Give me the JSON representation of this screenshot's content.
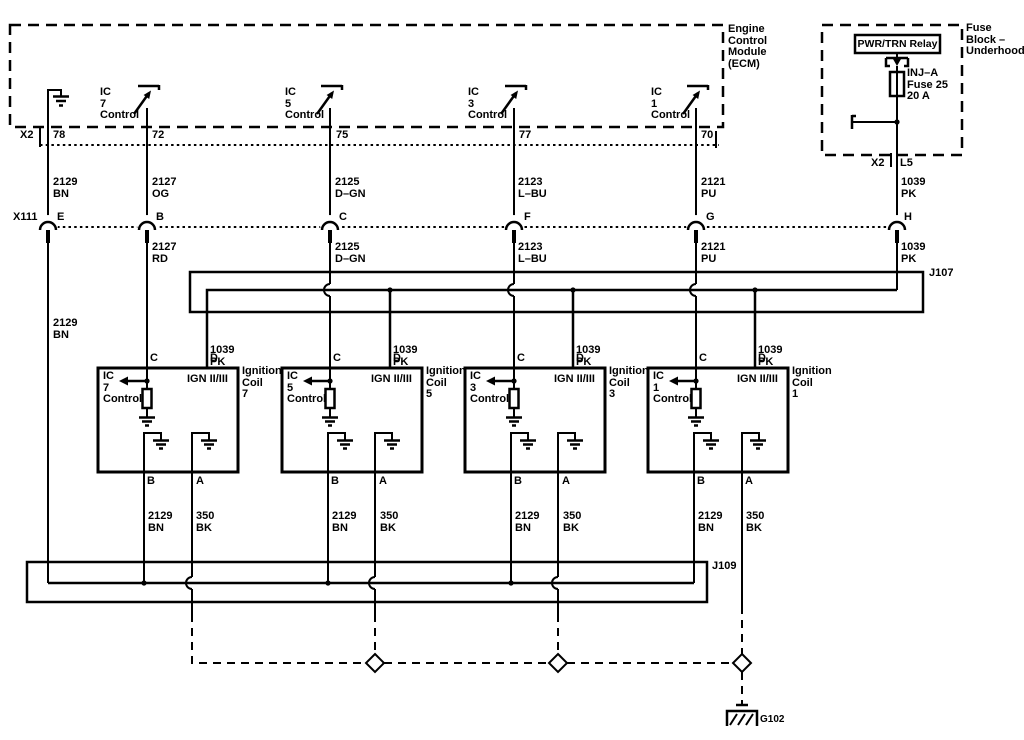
{
  "diagram": {
    "ecm": {
      "title": "Engine\nControl\nModule\n(ECM)",
      "drivers": [
        {
          "label": "IC\n7\nControl"
        },
        {
          "label": "IC\n5\nControl"
        },
        {
          "label": "IC\n3\nControl"
        },
        {
          "label": "IC\n1\nControl"
        }
      ]
    },
    "fuse_block": {
      "title": "Fuse\nBlock –\nUnderhood",
      "relay_label": "PWR/TRN Relay",
      "fuse_label": "INJ–A\nFuse 25\n20 A"
    },
    "connector_x2": {
      "label": "X2",
      "pins": [
        "78",
        "72",
        "75",
        "77",
        "70"
      ]
    },
    "connector_x2_fuse": {
      "label": "X2",
      "cavity": "L5"
    },
    "connector_x111": {
      "label": "X111",
      "pins": [
        "E",
        "B",
        "C",
        "F",
        "G",
        "H"
      ]
    },
    "wires_upper": [
      "2129\nBN",
      "2127\nOG",
      "2125\nD–GN",
      "2123\nL–BU",
      "2121\nPU",
      "1039\nPK"
    ],
    "wires_lower": [
      "2127\nRD",
      "2125\nD–GN",
      "2123\nL–BU",
      "2121\nPU",
      "1039\nPK"
    ],
    "wire_bn_main": "2129\nBN",
    "wire_pk_drop": "1039\nPK",
    "wire_coil_bn": "2129\nBN",
    "wire_coil_bk": "350\nBK",
    "junction_j107": "J107",
    "junction_j109": "J109",
    "ground_g102": "G102",
    "coils": [
      {
        "title": "Ignition\nCoil\n7",
        "control": "IC\n7\nControl",
        "supply": "IGN II/III",
        "pin_c": "C",
        "pin_d": "D",
        "pin_b": "B",
        "pin_a": "A"
      },
      {
        "title": "Ignition\nCoil\n5",
        "control": "IC\n5\nControl",
        "supply": "IGN II/III",
        "pin_c": "C",
        "pin_d": "D",
        "pin_b": "B",
        "pin_a": "A"
      },
      {
        "title": "Ignition\nCoil\n3",
        "control": "IC\n3\nControl",
        "supply": "IGN II/III",
        "pin_c": "C",
        "pin_d": "D",
        "pin_b": "B",
        "pin_a": "A"
      },
      {
        "title": "Ignition\nCoil\n1",
        "control": "IC\n1\nControl",
        "supply": "IGN II/III",
        "pin_c": "C",
        "pin_d": "D",
        "pin_b": "B",
        "pin_a": "A"
      }
    ],
    "colors": {
      "line": "#000000",
      "background": "#ffffff"
    }
  }
}
